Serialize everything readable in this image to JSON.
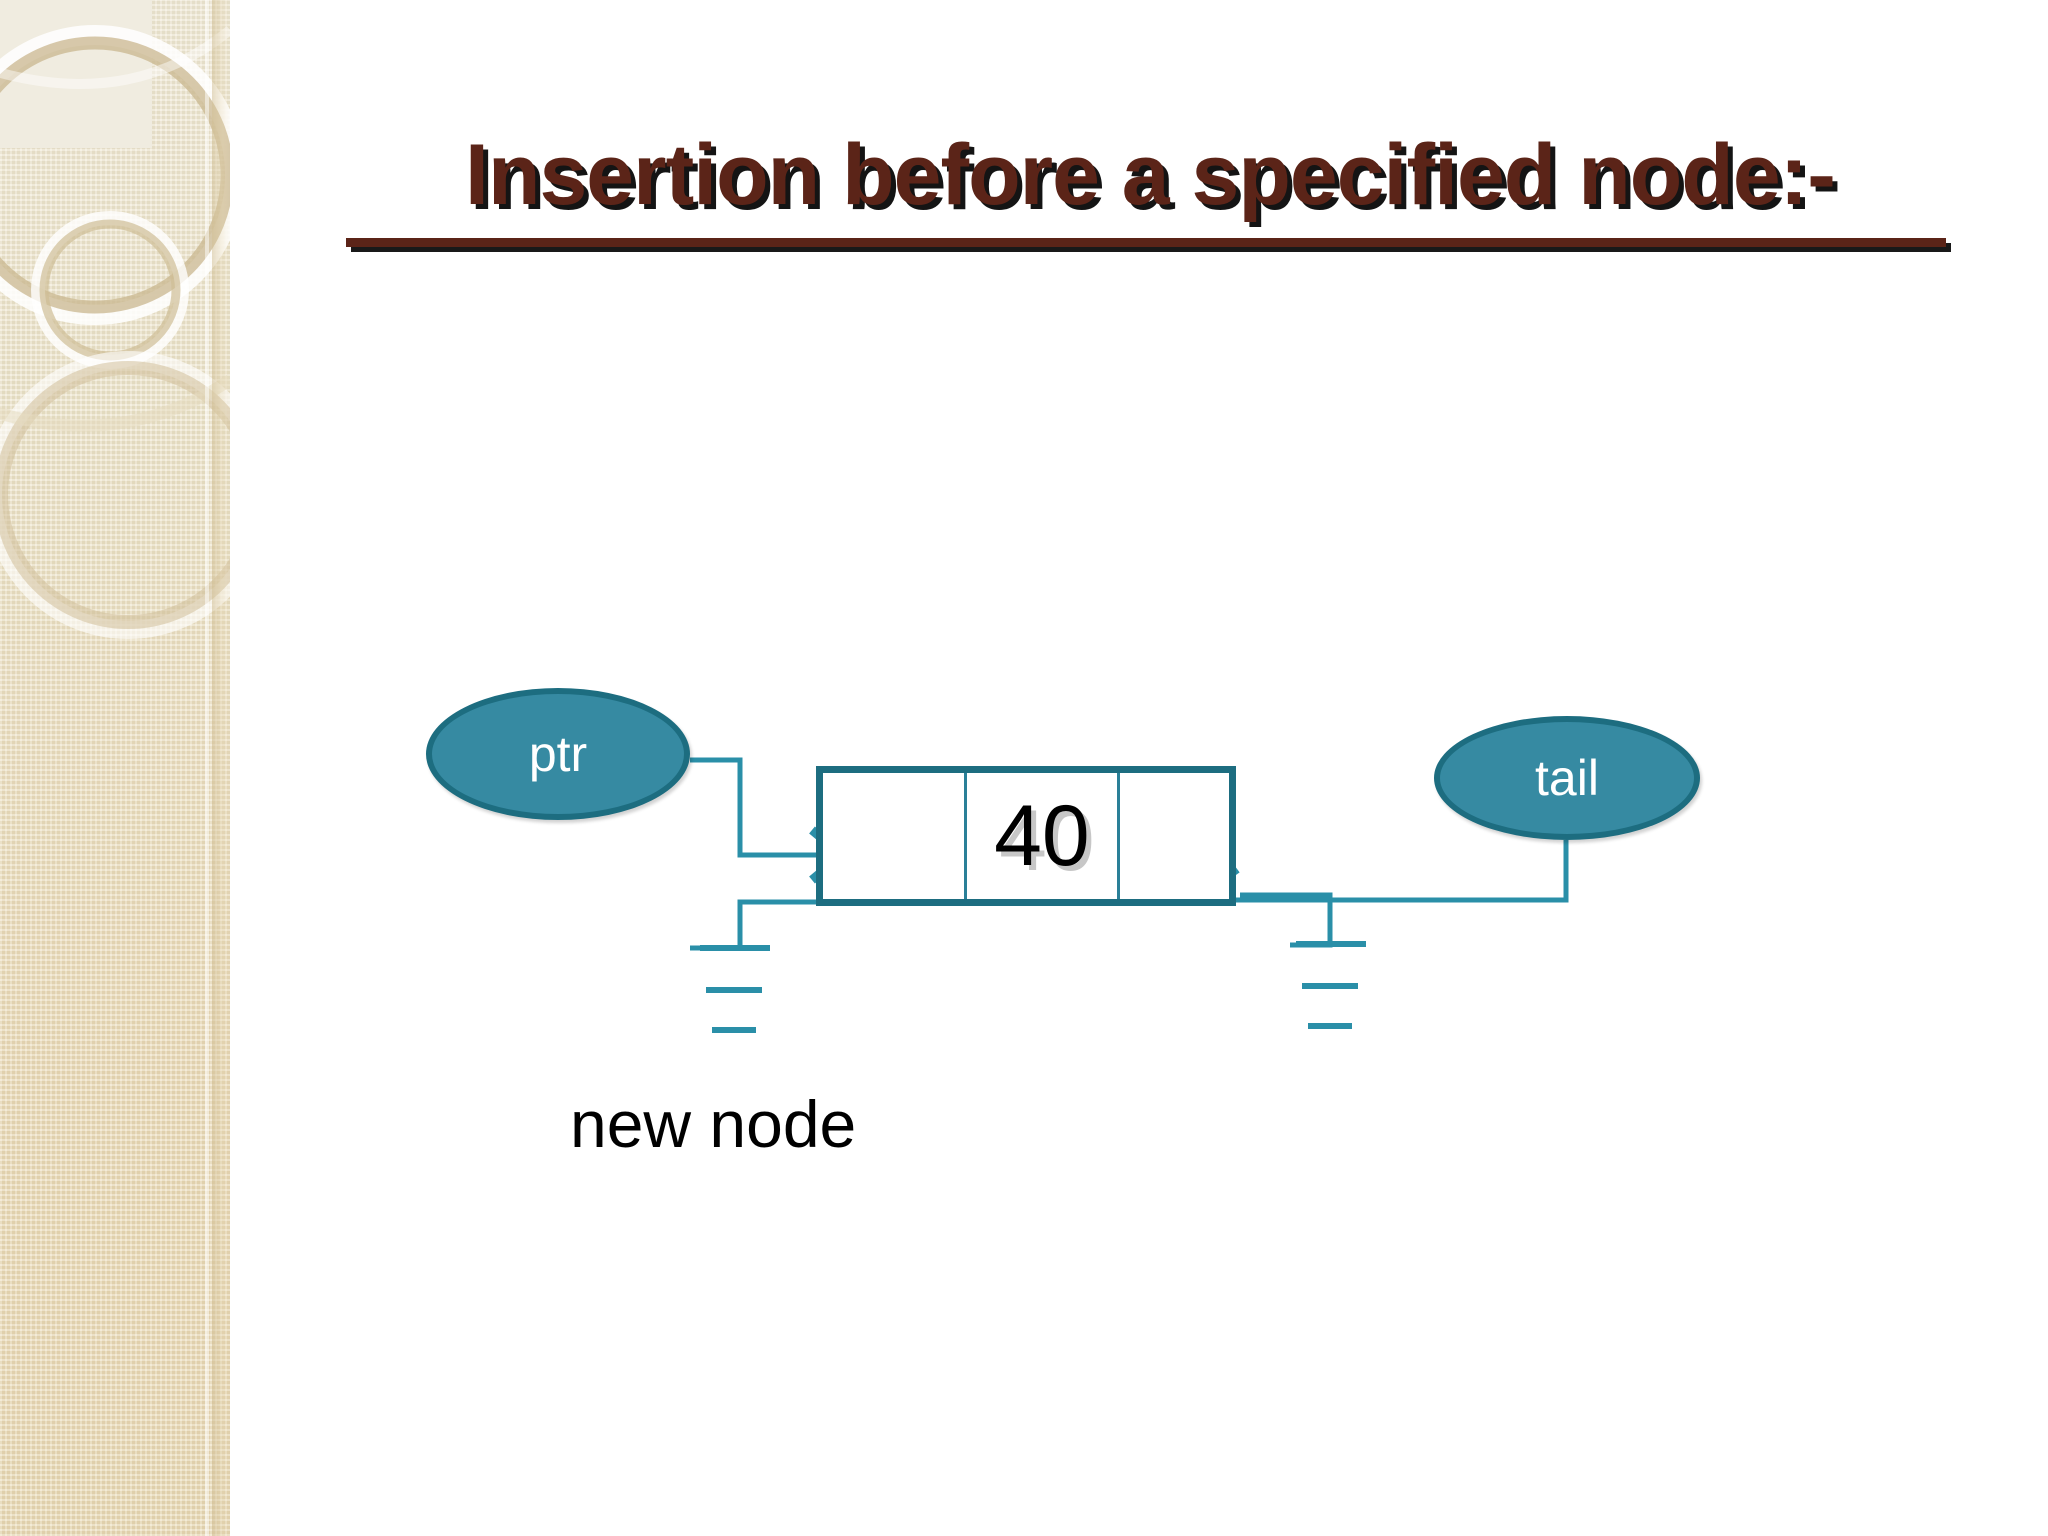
{
  "slide": {
    "title": "Insertion before a specified node:-",
    "title_color": "#5b2418",
    "background_color": "#ffffff"
  },
  "sidebar": {
    "name": "decorative-sidebar",
    "base_color": "#ecdfbe",
    "accent_color": "#d8c79a",
    "top_panel_color": "#f0ece0"
  },
  "diagram": {
    "type": "doubly-linked-list-node",
    "accent_color": "#1d6d80",
    "node_fill_color": "#368aa2",
    "pointers": [
      {
        "id": "ptr",
        "label": "ptr",
        "target": "node-prev-field"
      },
      {
        "id": "tail",
        "label": "tail",
        "target": "node-next-field"
      }
    ],
    "node": {
      "label": "new node",
      "cells": [
        {
          "id": "prev",
          "value": ""
        },
        {
          "id": "data",
          "value": "40"
        },
        {
          "id": "next",
          "value": ""
        }
      ]
    },
    "null_markers": [
      {
        "id": "prev-null",
        "symbol": "ground"
      },
      {
        "id": "next-null",
        "symbol": "ground"
      }
    ],
    "caption": "new node"
  }
}
